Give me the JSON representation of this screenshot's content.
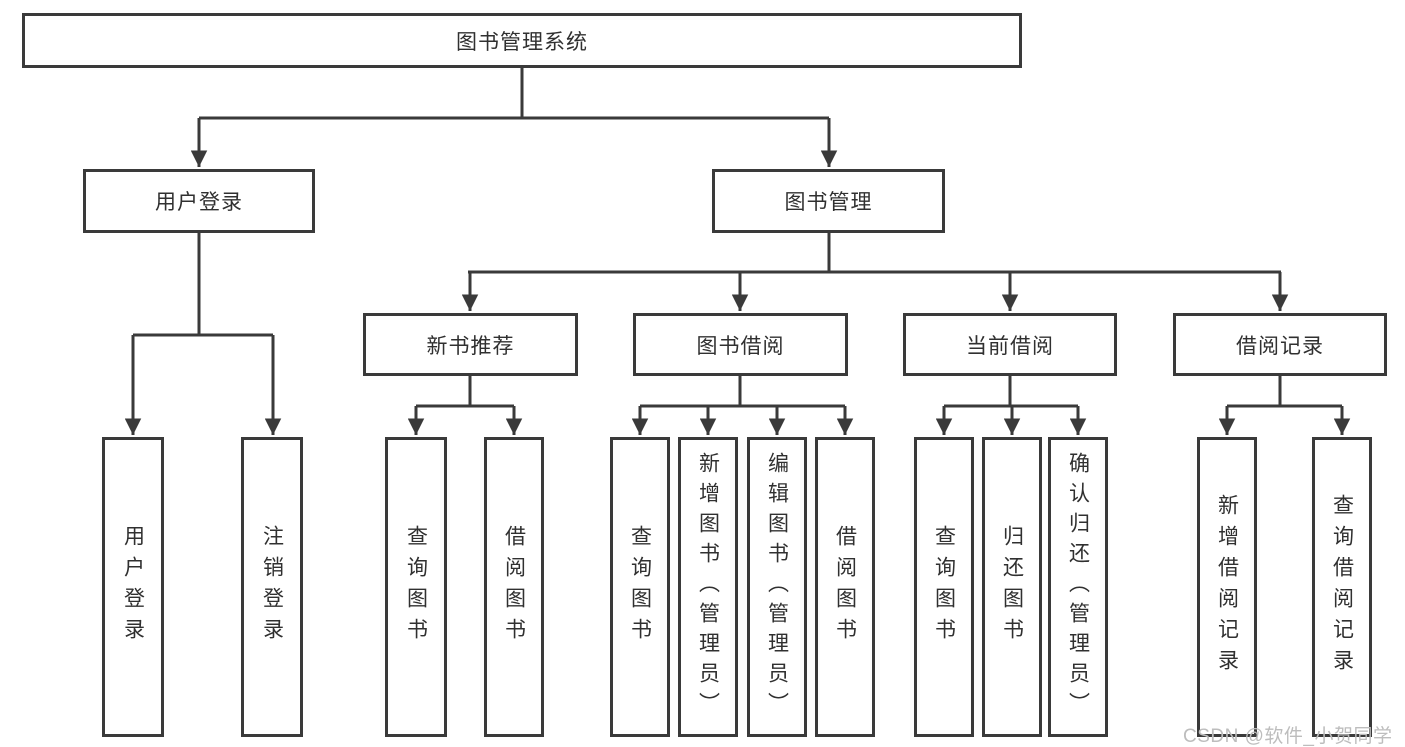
{
  "diagram": {
    "title": "图书管理系统",
    "root": {
      "label": "图书管理系统"
    },
    "level2": [
      {
        "label": "用户登录"
      },
      {
        "label": "图书管理"
      }
    ],
    "level3": [
      {
        "label": "新书推荐"
      },
      {
        "label": "图书借阅"
      },
      {
        "label": "当前借阅"
      },
      {
        "label": "借阅记录"
      }
    ],
    "leaves": [
      {
        "label": "用户登录"
      },
      {
        "label": "注销登录"
      },
      {
        "label": "查询图书"
      },
      {
        "label": "借阅图书"
      },
      {
        "label": "查询图书"
      },
      {
        "label": "新增图书（管理员）"
      },
      {
        "label": "编辑图书（管理员）"
      },
      {
        "label": "借阅图书"
      },
      {
        "label": "查询图书"
      },
      {
        "label": "归还图书"
      },
      {
        "label": "确认归还（管理员）"
      },
      {
        "label": "新增借阅记录"
      },
      {
        "label": "查询借阅记录"
      }
    ],
    "watermark": "CSDN @软件_小贺同学",
    "colors": {
      "line": "#3a3a3a",
      "text": "#303030",
      "box_background": "#ffffff",
      "watermark": "#bdbdbd",
      "page_background": "#ffffff"
    }
  }
}
